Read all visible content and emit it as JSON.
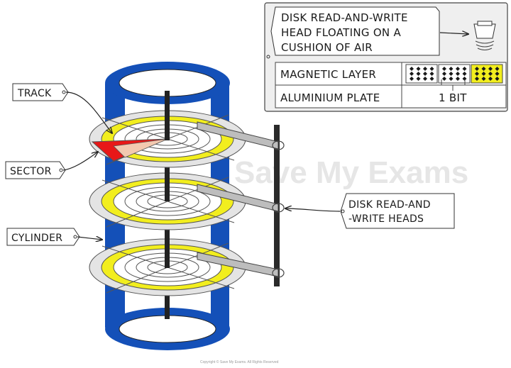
{
  "labels": {
    "track": "TRACK",
    "sector": "SECTOR",
    "cylinder": "CYLINDER",
    "heads_line1": "DISK READ-AND",
    "heads_line2": "-WRITE HEADS"
  },
  "inset": {
    "head_line1": "DISK READ-AND-WRITE",
    "head_line2": "HEAD FLOATING ON A",
    "head_line3": "CUSHION OF AIR",
    "magnetic_layer": "MAGNETIC LAYER",
    "aluminium_plate": "ALUMINIUM PLATE",
    "one_bit": "1 BIT"
  },
  "watermark": "Save My Exams",
  "copyright": "Copyright © Save My Exams. All Rights Reserved",
  "colors": {
    "cylinder_blue": "#1450b8",
    "track_yellow": "#f2ee1e",
    "sector_red": "#e81818",
    "sector_pink": "#f3c9b0",
    "platter_grey": "#e4e4e4",
    "inset_bg": "#efefef"
  }
}
